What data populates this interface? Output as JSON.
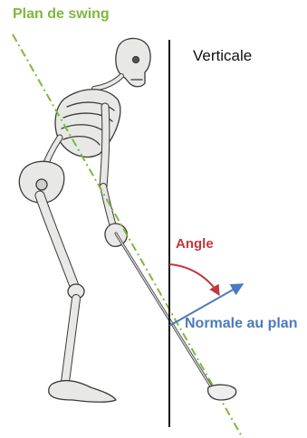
{
  "labels": {
    "swing_plane": "Plan de swing",
    "vertical": "Verticale",
    "angle": "Angle",
    "normal": "Normale au plan"
  },
  "colors": {
    "swing_plane": "#7fb83f",
    "vertical": "#111111",
    "angle": "#c0393d",
    "normal": "#4a7ac0",
    "bone": "#e8e8e6",
    "bone_outline": "#3a3a3a"
  },
  "icons": {
    "figure": "skeleton-golfer-icon",
    "club": "golf-club-icon"
  }
}
